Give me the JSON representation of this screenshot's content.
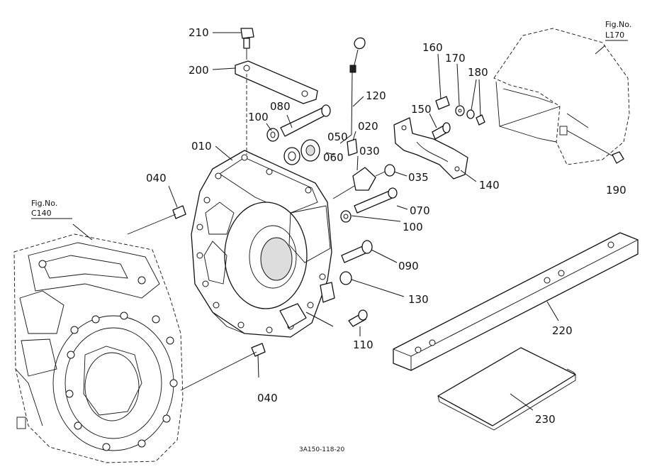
{
  "colors": {
    "ink": "#111111",
    "paper": "#ffffff"
  },
  "figure_refs": [
    {
      "line1": "Fig.No.",
      "line2": "C140"
    },
    {
      "line1": "Fig.No.",
      "line2": "L170"
    }
  ],
  "parts": {
    "p010": "010",
    "p020": "020",
    "p030": "030",
    "p035": "035",
    "p040_top": "040",
    "p040_bottom": "040",
    "p050": "050",
    "p060": "060",
    "p070": "070",
    "p080": "080",
    "p090": "090",
    "p100_top": "100",
    "p100_mid": "100",
    "p110": "110",
    "p120": "120",
    "p130": "130",
    "p140": "140",
    "p150": "150",
    "p160": "160",
    "p170": "170",
    "p180": "180",
    "p190": "190",
    "p200": "200",
    "p210": "210",
    "p220": "220",
    "p230": "230"
  },
  "drawing_code": "3A150-118-20"
}
